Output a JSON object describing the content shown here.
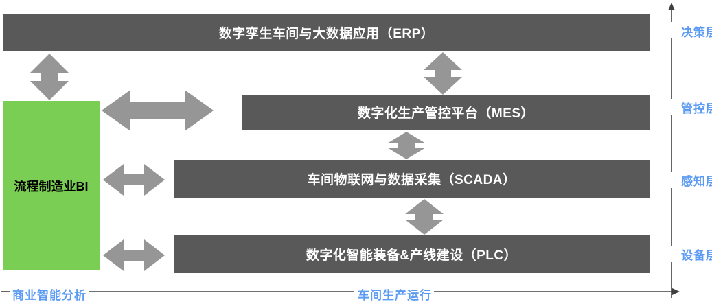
{
  "diagram": {
    "title_bars": {
      "erp": "数字孪生车间与大数据应用（ERP）",
      "mes": "数字化生产管控平台（MES）",
      "scada": "车间物联网与数据采集（SCADA）",
      "plc": "数字化智能装备&产线建设（PLC）"
    },
    "bi_box": {
      "label": "流程制造业BI"
    },
    "layers": [
      {
        "key": "decision",
        "label": "决策层"
      },
      {
        "key": "control",
        "label": "管控层"
      },
      {
        "key": "sense",
        "label": "感知层"
      },
      {
        "key": "device",
        "label": "设备层"
      }
    ],
    "axes": {
      "bottom_left": "商业智能分析",
      "bottom_center": "车间生产运行"
    },
    "colors": {
      "bar_gray": "#595959",
      "bi_green": "#7ace53",
      "arrow_gray": "#969696",
      "label_blue": "#5b9bf3",
      "axis_line": "#404040"
    },
    "connectors": [
      {
        "name": "erp-to-bi",
        "type": "double-arrow-vertical"
      },
      {
        "name": "erp-to-mes",
        "type": "double-arrow-vertical"
      },
      {
        "name": "bi-to-mes",
        "type": "double-arrow-horizontal"
      },
      {
        "name": "mes-to-scada",
        "type": "double-arrow-vertical"
      },
      {
        "name": "bi-to-scada",
        "type": "double-arrow-horizontal"
      },
      {
        "name": "scada-to-plc",
        "type": "double-arrow-vertical"
      },
      {
        "name": "bi-to-plc",
        "type": "double-arrow-horizontal"
      }
    ]
  }
}
